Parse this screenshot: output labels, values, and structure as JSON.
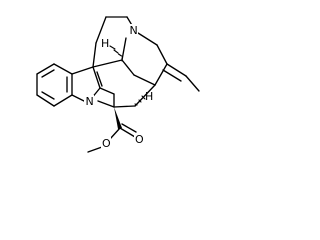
{
  "atoms": {
    "n_top": "N",
    "n_indole": "N",
    "h_top": "H",
    "h_bottom": "H",
    "o_carbonyl": "O",
    "o_ester": "O"
  },
  "colors": {
    "ink": "#000000",
    "background": "#ffffff"
  }
}
